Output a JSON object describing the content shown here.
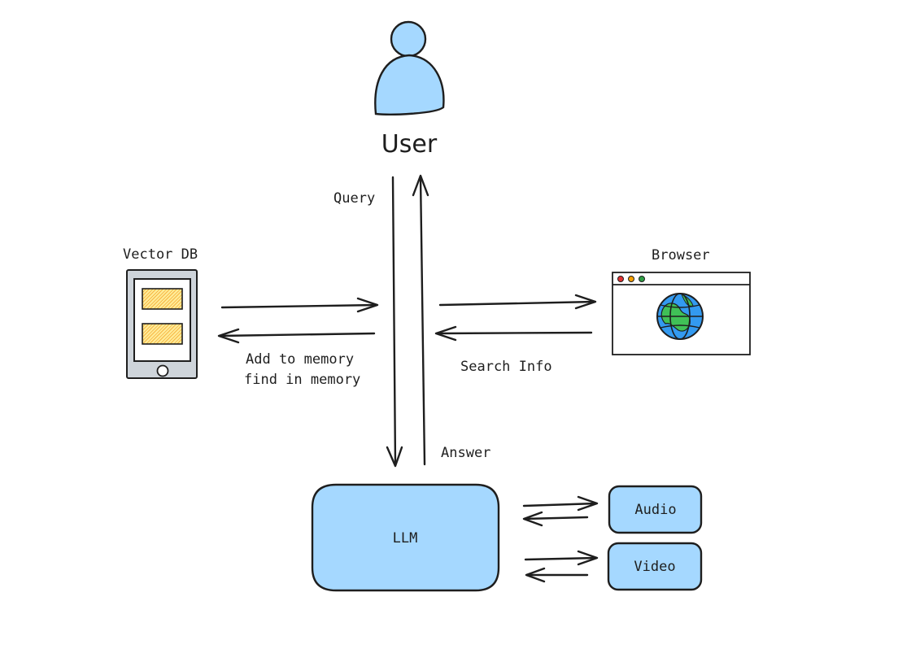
{
  "labels": {
    "user": "User",
    "query": "Query",
    "answer": "Answer",
    "vector_db": "Vector DB",
    "add_to_memory": "Add to memory",
    "find_in_memory": "find in memory",
    "browser": "Browser",
    "search_info": "Search Info",
    "llm": "LLM",
    "audio": "Audio",
    "video": "Video"
  },
  "colors": {
    "box_fill": "#a5d8ff",
    "stroke": "#1e1e1e",
    "db_cell": "#ffec99",
    "db_cell_stroke": "#f08c00",
    "phone_body": "#ced4da",
    "globe_ocean": "#339af0",
    "globe_land": "#40c057",
    "dot_red": "#e03131",
    "dot_yellow": "#f59f00",
    "dot_green": "#2f9e44"
  },
  "icons": [
    "user-icon",
    "vector-db-icon",
    "browser-icon",
    "globe-icon"
  ]
}
